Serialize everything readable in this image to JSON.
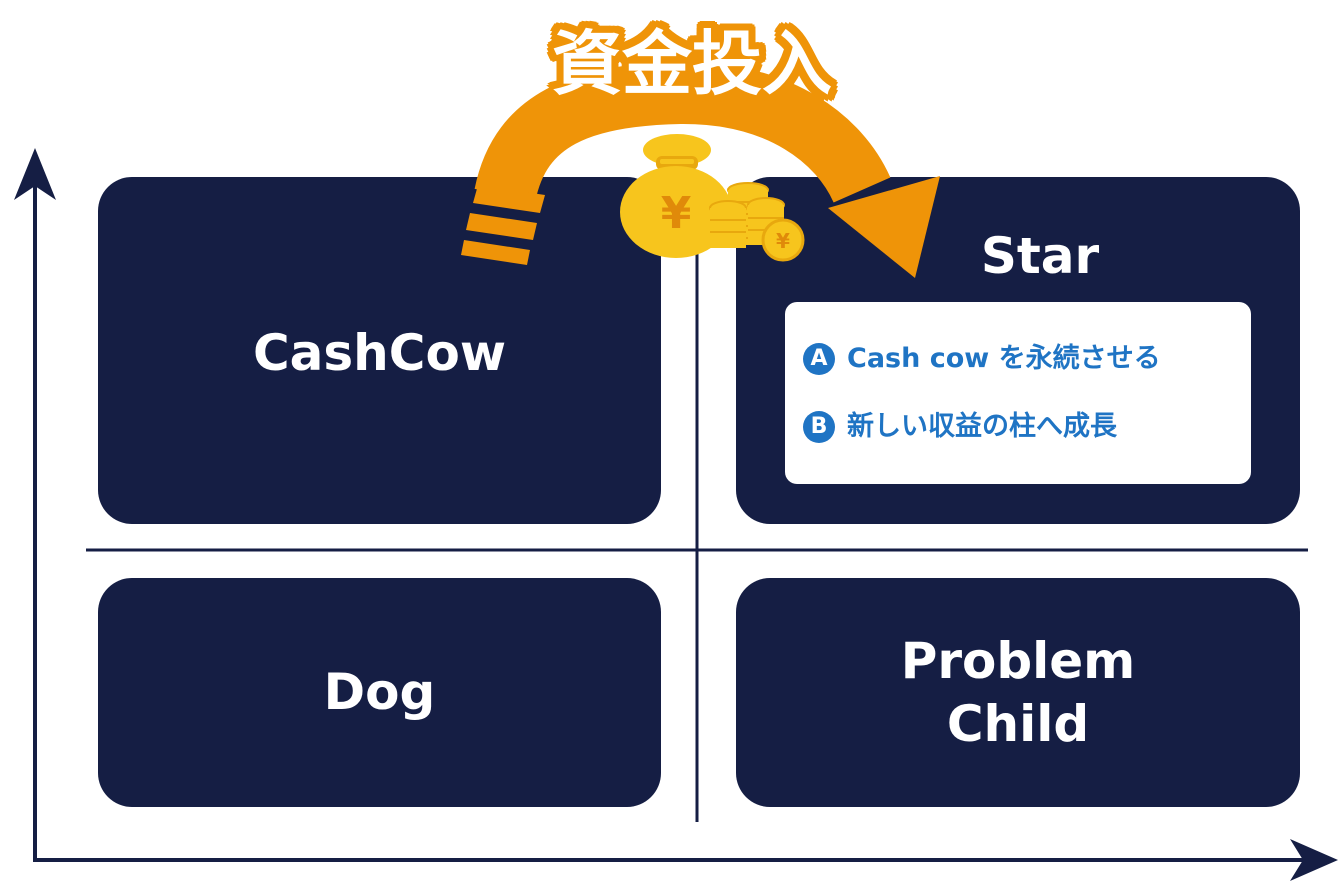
{
  "banner": {
    "text": "資金投入",
    "color": "#ef9408"
  },
  "quadrants": {
    "cash_cow": {
      "label": "CashCow"
    },
    "star": {
      "label": "Star",
      "points": [
        {
          "badge": "A",
          "text": "Cash cow を永続させる"
        },
        {
          "badge": "B",
          "text": "新しい収益の柱へ成長"
        }
      ]
    },
    "dog": {
      "label": "Dog"
    },
    "problem_child": {
      "line1": "Problem",
      "line2": "Child"
    }
  },
  "icons": {
    "money_bag": "money-bag-icon",
    "coins": "yen-coins-icon",
    "arrow": "curved-arrow"
  },
  "colors": {
    "quadrant": "#151e44",
    "accent": "#ef9408",
    "text_blue": "#1f74c4",
    "gold": "#f7c51d"
  },
  "coin_symbol": "¥"
}
